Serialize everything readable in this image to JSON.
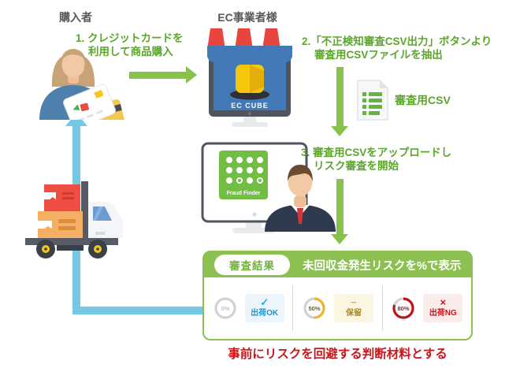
{
  "actors": {
    "buyer": "購入者",
    "ec_operator": "EC事業者様"
  },
  "steps": [
    {
      "lines": [
        "1. クレジットカードを",
        "利用して商品購入"
      ]
    },
    {
      "lines": [
        "2.「不正検知審査CSV出力」ボタンより",
        "審査用CSVファイルを抽出"
      ]
    },
    {
      "lines": [
        "3. 審査用CSVをアップロードし",
        "リスク審査を開始"
      ]
    }
  ],
  "csv_file": {
    "label": "審査用CSV"
  },
  "brands": {
    "ec_cube": "EC CUBE",
    "fraud_finder": "Fraud Finder"
  },
  "result_panel": {
    "badge": "審査結果",
    "title": "未回収金発生リスクを%で表示",
    "items": [
      {
        "percent": "0%",
        "percent_value": 0,
        "label": "出荷OK",
        "icon": "check",
        "icon_glyph": "✓",
        "ring_color": "#CFCFCF",
        "percent_color": "#C2C2C2",
        "chip_bg": "#EBF5FB",
        "icon_color": "#29A8E0",
        "label_color": "#2596CB"
      },
      {
        "percent": "50%",
        "percent_value": 50,
        "label": "保留",
        "icon": "minus",
        "icon_glyph": "−",
        "ring_color": "#F0B42C",
        "percent_color": "#6A5B3E",
        "chip_bg": "#FBF6E2",
        "icon_color": "#EFB32B",
        "label_color": "#A8872E"
      },
      {
        "percent": "80%",
        "percent_value": 80,
        "label": "出荷NG",
        "icon": "cross",
        "icon_glyph": "×",
        "ring_color": "#C1121F",
        "percent_color": "#C1121F",
        "chip_bg": "#F9ECEB",
        "icon_color": "#C8161D",
        "label_color": "#C8161D"
      }
    ]
  },
  "footer_note": "事前にリスクを回避する判断材料とする",
  "colors": {
    "step_text_green": "#5BA62B",
    "arrow_green": "#87C24B",
    "panel_green": "#8CC152",
    "flow_blue": "#74C8E4",
    "note_red": "#C8161D",
    "gauge_base_gray": "#D2D2D2"
  }
}
